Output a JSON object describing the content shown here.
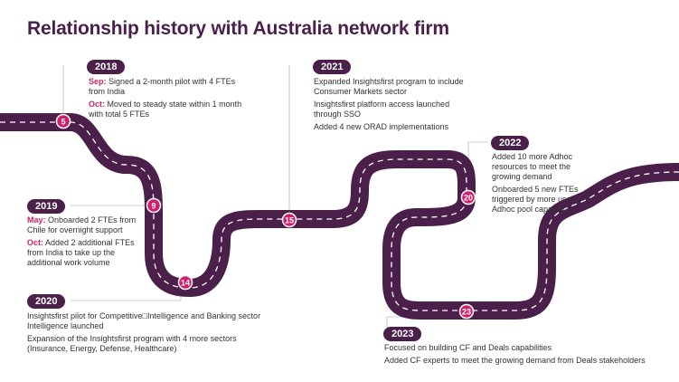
{
  "title": "Relationship history with Australia network firm",
  "colors": {
    "road": "#4a1f4a",
    "marker": "#d21f6c",
    "highlight": "#d21f6c"
  },
  "milestones": [
    {
      "label": "5",
      "year": "2018",
      "entries": [
        {
          "key": "Sep:",
          "text": "Signed a 2-month pilot with 4 FTEs from India"
        },
        {
          "key": "Oct:",
          "text": "Moved to steady state within 1 month with total 5 FTEs"
        }
      ]
    },
    {
      "label": "9",
      "year": "2019",
      "entries": [
        {
          "key": "May:",
          "text": "Onboarded 2 FTEs from Chile for overnight support"
        },
        {
          "key": "Oct:",
          "text": "Added 2 additional FTEs from India to take up the additional work volume"
        }
      ]
    },
    {
      "label": "14",
      "year": "2020",
      "entries": [
        {
          "key": "",
          "text": "Insightsfirst pilot for Competitive□Intelligence and Banking sector Intelligence launched"
        },
        {
          "key": "",
          "text": "Expansion of the Insightsfirst program with 4 more sectors (Insurance, Energy, Defense, Healthcare)"
        }
      ]
    },
    {
      "label": "15",
      "year": "2021",
      "entries": [
        {
          "key": "",
          "text": "Expanded Insightsfirst program to include Consumer Markets sector"
        },
        {
          "key": "",
          "text": "Insightsfirst platform access launched through SSO"
        },
        {
          "key": "",
          "text": "Added 4 new ORAD implementations"
        }
      ]
    },
    {
      "label": "20",
      "year": "2022",
      "entries": [
        {
          "key": "",
          "text": "Added 10 more Adhoc resources to meet the growing demand"
        },
        {
          "key": "",
          "text": "Onboarded 5 new FTEs triggered by more use of Adhoc pool capacity"
        }
      ]
    },
    {
      "label": "23",
      "year": "2023",
      "entries": [
        {
          "key": "",
          "text": "Focused on building CF and Deals capabilities"
        },
        {
          "key": "",
          "text": "Added CF experts to meet the growing demand from Deals stakeholders"
        }
      ]
    }
  ]
}
